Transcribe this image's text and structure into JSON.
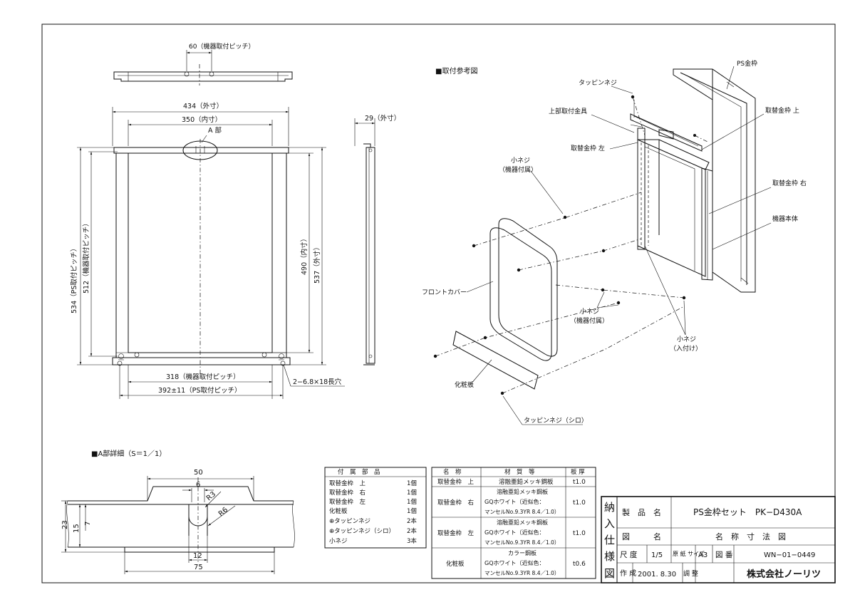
{
  "front_view": {
    "dim_top_pitch": "60（機器取付ピッチ）",
    "dim_outer_width": "434（外寸）",
    "dim_inner_width": "350（内寸）",
    "part_a_label": "A 部",
    "dim_height_ps": "534（PS取付ピッチ）",
    "dim_height_device": "512（機器取付ピッチ）",
    "dim_inner_height": "490（内寸）",
    "dim_outer_height": "537（外寸）",
    "dim_bottom_device": "318（機器取付ピッチ）",
    "dim_bottom_ps": "392±11（PS取付ピッチ）",
    "slot_note": "2−6.8×18長穴"
  },
  "side_view": {
    "dim_depth": "29（外寸）"
  },
  "detail_a": {
    "title": "■A部詳細（S＝1／1）",
    "dim_50": "50",
    "dim_6": "6",
    "dim_r3": "R3",
    "dim_r6": "R6",
    "dim_23": "23",
    "dim_7": "7",
    "dim_15": "15",
    "dim_12": "12",
    "dim_75": "75"
  },
  "install_ref": {
    "title": "■取付参考図",
    "ps_frame": "PS金枠",
    "tapping_screw": "タッピンネジ",
    "upper_bracket": "上部取付金具",
    "swap_frame_top": "取替金枠 上",
    "swap_frame_left": "取替金枠 左",
    "small_screw_device": "小ネジ",
    "device_included": "（機器付属）",
    "swap_frame_right": "取替金枠 右",
    "device_body": "機器本体",
    "front_cover": "フロントカバー",
    "small_screw_device_2": "小ネジ",
    "device_included_2": "（機器付属）",
    "small_screw_included": "小ネジ",
    "included": "（入付け）",
    "decor_plate": "化粧板",
    "tapping_screw_white": "タッピンネジ（シロ）"
  },
  "parts_table": {
    "header": "付　属　部　品",
    "rows": [
      {
        "name": "取替金枠　上",
        "qty": "1個"
      },
      {
        "name": "取替金枠　右",
        "qty": "1個"
      },
      {
        "name": "取替金枠　左",
        "qty": "1個"
      },
      {
        "name": "化粧板",
        "qty": "1個"
      },
      {
        "name": "⊕タッピンネジ",
        "qty": "2本"
      },
      {
        "name": "⊕タッピンネジ（シロ）",
        "qty": "2本"
      },
      {
        "name": "小ネジ",
        "qty": "3本"
      }
    ]
  },
  "material_table": {
    "headers": [
      "名　称",
      "材　質　等",
      "板 厚"
    ],
    "rows": [
      {
        "name": "取替金枠　上",
        "lines": [
          "溶融亜鉛メッキ鋼板"
        ],
        "thickness": "t1.0"
      },
      {
        "name": "取替金枠　右",
        "lines": [
          "溶融亜鉛メッキ鋼板",
          "GQホワイト（近似色：",
          "マンセルNo.9.3YR 8.4／1.0）"
        ],
        "thickness": "t1.0"
      },
      {
        "name": "取替金枠　左",
        "lines": [
          "溶融亜鉛メッキ鋼板",
          "GQホワイト（近似色：",
          "マンセルNo.9.3YR 8.4／1.0）"
        ],
        "thickness": "t1.0"
      },
      {
        "name": "化粧板",
        "lines": [
          "カラー鋼板",
          "GQホワイト（近似色：",
          "マンセルNo.9.3YR 8.4／1.0）"
        ],
        "thickness": "t0.6"
      }
    ]
  },
  "title_block": {
    "vertical_chars": [
      "納",
      "入",
      "仕",
      "様",
      "図"
    ],
    "product_name_label": "製　品　名",
    "product_name": "PS金枠セット　PK−D430A",
    "drawing_name_label": "図　　　名",
    "drawing_name": "名　称　寸　法　図",
    "scale_label": "尺 度",
    "scale": "1/5",
    "paper_size_label": "原 紙 サイズ",
    "paper_size": "A3",
    "drawing_no_label": "図 番",
    "drawing_no": "WN−01−0449",
    "created_label": "作 成",
    "created": "2001. 8.30",
    "adjust_label": "調 整",
    "company": "株式会社ノーリツ"
  }
}
